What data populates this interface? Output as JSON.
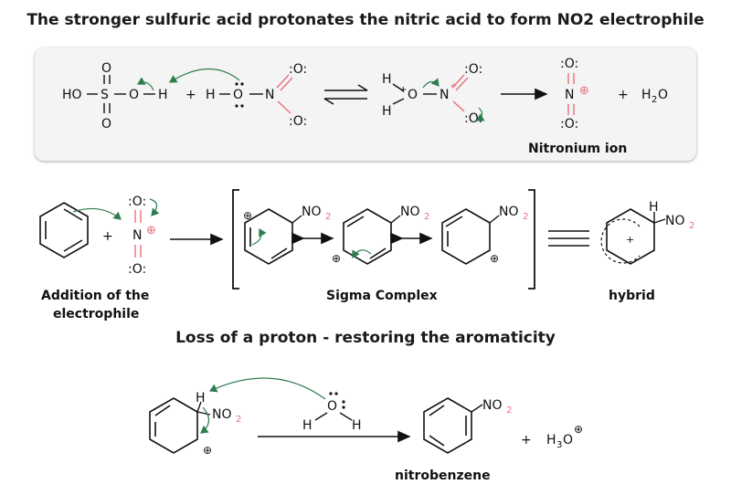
{
  "title": "The stronger sulfuric acid protonates the nitric acid to form NO2 electrophile",
  "subtitle": "Loss of a proton - restoring the aromaticity",
  "labels": {
    "nitronium": "Nitronium ion",
    "addition_line1": "Addition of the",
    "addition_line2": "electrophile",
    "sigma": "Sigma Complex",
    "hybrid": "hybrid",
    "nitrobenzene": "nitrobenzene"
  },
  "atoms": {
    "ho": "HO",
    "s": "S",
    "o": "O",
    "h": "H",
    "n": "N",
    "no": "NO",
    "sub2": "2",
    "plus": "+",
    "plus_circ": "⊕",
    "lone_o": ":O:",
    "water_h2": "H",
    "water_o": "O",
    "h3": "H",
    "h3_sub": "3",
    "h3_o": "O"
  },
  "colors": {
    "text": "#111111",
    "red": "#e8707a",
    "arrow_green": "#2e7d4f",
    "panel": "#f4f4f4"
  }
}
